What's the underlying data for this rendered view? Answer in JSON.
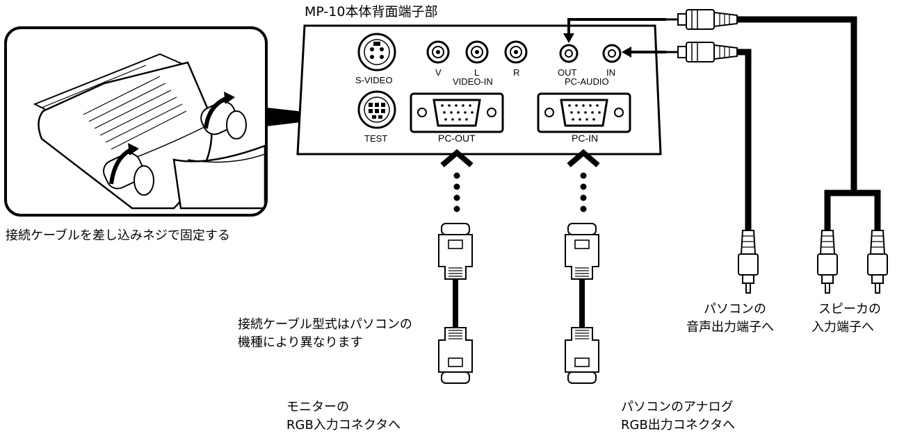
{
  "panel": {
    "title": "MP-10本体背面端子部",
    "ports": {
      "s_video": "S-VIDEO",
      "v": "V",
      "l": "L",
      "r": "R",
      "video_in": "VIDEO-IN",
      "test": "TEST",
      "pc_out": "PC-OUT",
      "out": "OUT",
      "in": "IN",
      "pc_audio": "PC-AUDIO",
      "pc_in": "PC-IN"
    }
  },
  "captions": {
    "screw_fix": "接続ケーブルを差し込みネジで固定する",
    "cable_model_line1": "接続ケーブル型式はパソコンの",
    "cable_model_line2": "機種により異なります",
    "monitor_line1": "モニターの",
    "monitor_line2": "RGB入力コネクタへ",
    "pc_analog_line1": "パソコンのアナログ",
    "pc_analog_line2": "RGB出力コネクタへ",
    "pc_audio_out_line1": "パソコンの",
    "pc_audio_out_line2": "音声出力端子へ",
    "speaker_line1": "スピーカの",
    "speaker_line2": "入力端子へ"
  }
}
